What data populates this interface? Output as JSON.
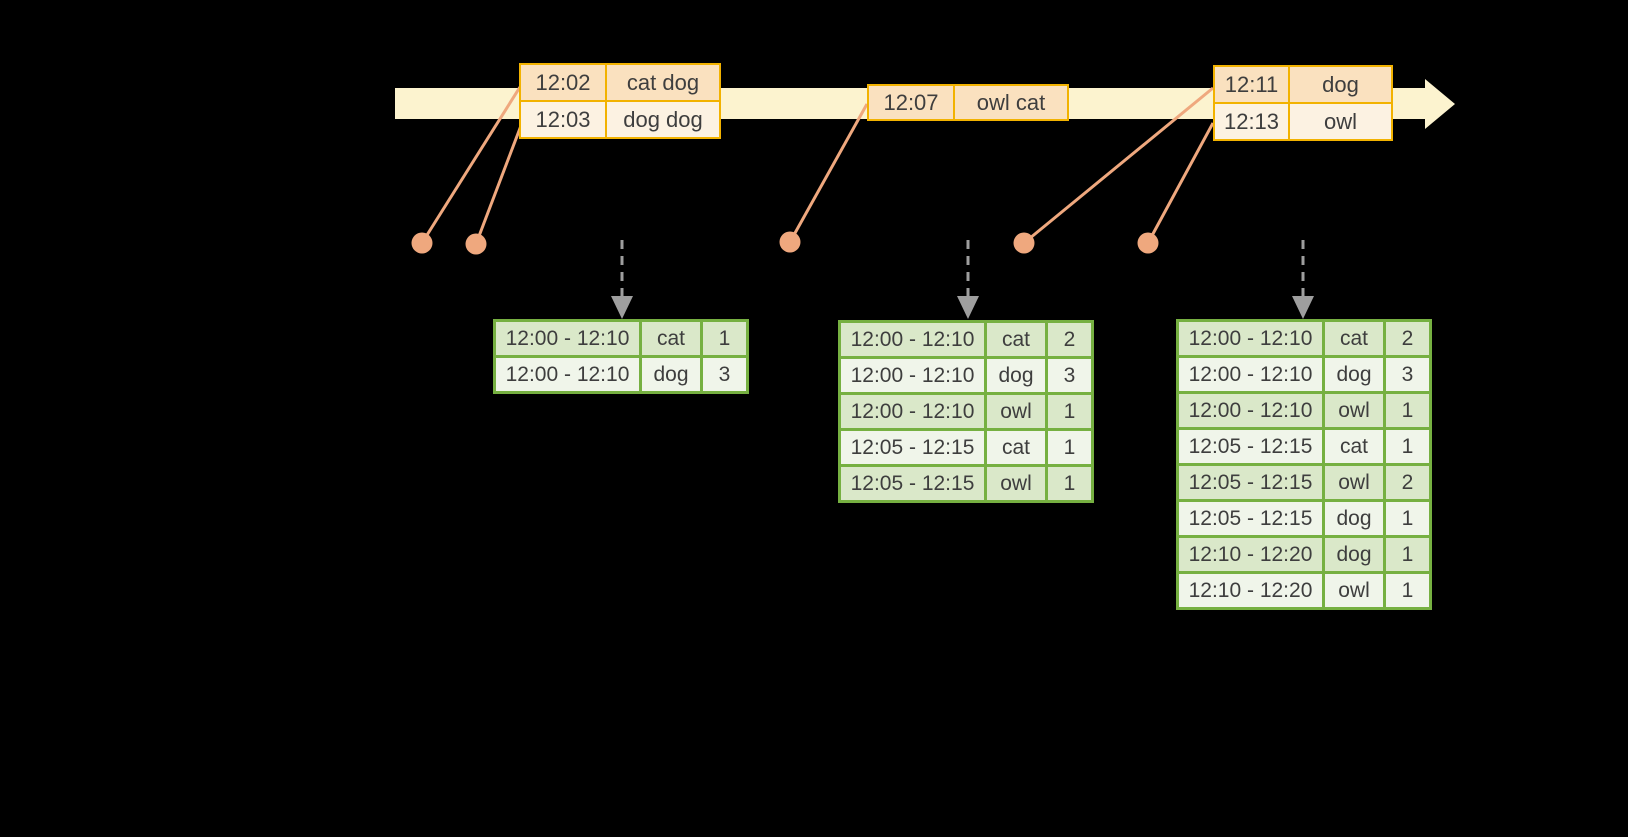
{
  "colors": {
    "background": "#000000",
    "timeline_fill": "#FCF3CF",
    "input_table_border": "#F2B200",
    "input_row_peach": "#FAE1BF",
    "input_row_cream": "#FCF2E2",
    "event_marker": "#EFA87E",
    "trigger_arrow_gray": "#9E9E9E",
    "result_table_border": "#76B041",
    "result_row_green": "#DAE8C9",
    "result_row_light": "#F0F5EA",
    "text": "#3E3E3E"
  },
  "input_batches": [
    {
      "rows": [
        {
          "time": "12:02",
          "words": "cat dog"
        },
        {
          "time": "12:03",
          "words": "dog dog"
        }
      ]
    },
    {
      "rows": [
        {
          "time": "12:07",
          "words": "owl cat"
        }
      ]
    },
    {
      "rows": [
        {
          "time": "12:11",
          "words": "dog"
        },
        {
          "time": "12:13",
          "words": "owl"
        }
      ]
    }
  ],
  "result_tables": [
    {
      "rows": [
        {
          "window": "12:00 - 12:10",
          "word": "cat",
          "count": "1"
        },
        {
          "window": "12:00 - 12:10",
          "word": "dog",
          "count": "3"
        }
      ]
    },
    {
      "rows": [
        {
          "window": "12:00 - 12:10",
          "word": "cat",
          "count": "2"
        },
        {
          "window": "12:00 - 12:10",
          "word": "dog",
          "count": "3"
        },
        {
          "window": "12:00 - 12:10",
          "word": "owl",
          "count": "1"
        },
        {
          "window": "12:05 - 12:15",
          "word": "cat",
          "count": "1"
        },
        {
          "window": "12:05 - 12:15",
          "word": "owl",
          "count": "1"
        }
      ]
    },
    {
      "rows": [
        {
          "window": "12:00 - 12:10",
          "word": "cat",
          "count": "2"
        },
        {
          "window": "12:00 - 12:10",
          "word": "dog",
          "count": "3"
        },
        {
          "window": "12:00 - 12:10",
          "word": "owl",
          "count": "1"
        },
        {
          "window": "12:05 - 12:15",
          "word": "cat",
          "count": "1"
        },
        {
          "window": "12:05 - 12:15",
          "word": "owl",
          "count": "2"
        },
        {
          "window": "12:05 - 12:15",
          "word": "dog",
          "count": "1"
        },
        {
          "window": "12:10 - 12:20",
          "word": "dog",
          "count": "1"
        },
        {
          "window": "12:10 - 12:20",
          "word": "owl",
          "count": "1"
        }
      ]
    }
  ]
}
